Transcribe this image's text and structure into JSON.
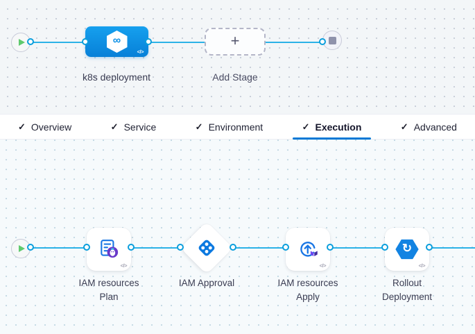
{
  "glyphs": {
    "check": "✓",
    "plus": "+",
    "code": "</>",
    "infinity": "∞",
    "rollout_arrow": "↻"
  },
  "colors": {
    "accent_blue": "#0278d5",
    "edge_blue": "#2db2e7",
    "stage_blue": "#0b8fe5",
    "approval_blue": "#0b79e0",
    "terraform_purple": "#6938c9",
    "play_green": "#5fca6e"
  },
  "stage_pipeline": {
    "start_node": {
      "icon": "play-icon"
    },
    "end_node": {
      "icon": "stop-icon"
    },
    "stage_node": {
      "label": "k8s deployment",
      "icon": "cd-stage-hexagon-icon"
    },
    "add_stage": {
      "label": "Add Stage"
    }
  },
  "tabs": [
    {
      "label": "Overview",
      "checked": true,
      "selected": false
    },
    {
      "label": "Service",
      "checked": true,
      "selected": false
    },
    {
      "label": "Environment",
      "checked": true,
      "selected": false
    },
    {
      "label": "Execution",
      "checked": true,
      "selected": true
    },
    {
      "label": "Advanced",
      "checked": true,
      "selected": false
    }
  ],
  "execution_pipeline": {
    "steps": [
      {
        "label_line1": "IAM resources",
        "label_line2": "Plan",
        "icon": "terraform-plan-icon",
        "shape": "card"
      },
      {
        "label_line1": "IAM Approval",
        "label_line2": "",
        "icon": "approval-icon",
        "shape": "diamond"
      },
      {
        "label_line1": "IAM resources",
        "label_line2": "Apply",
        "icon": "terraform-apply-icon",
        "shape": "card"
      },
      {
        "label_line1": "Rollout",
        "label_line2": "Deployment",
        "icon": "k8s-rollout-icon",
        "shape": "card"
      }
    ]
  }
}
